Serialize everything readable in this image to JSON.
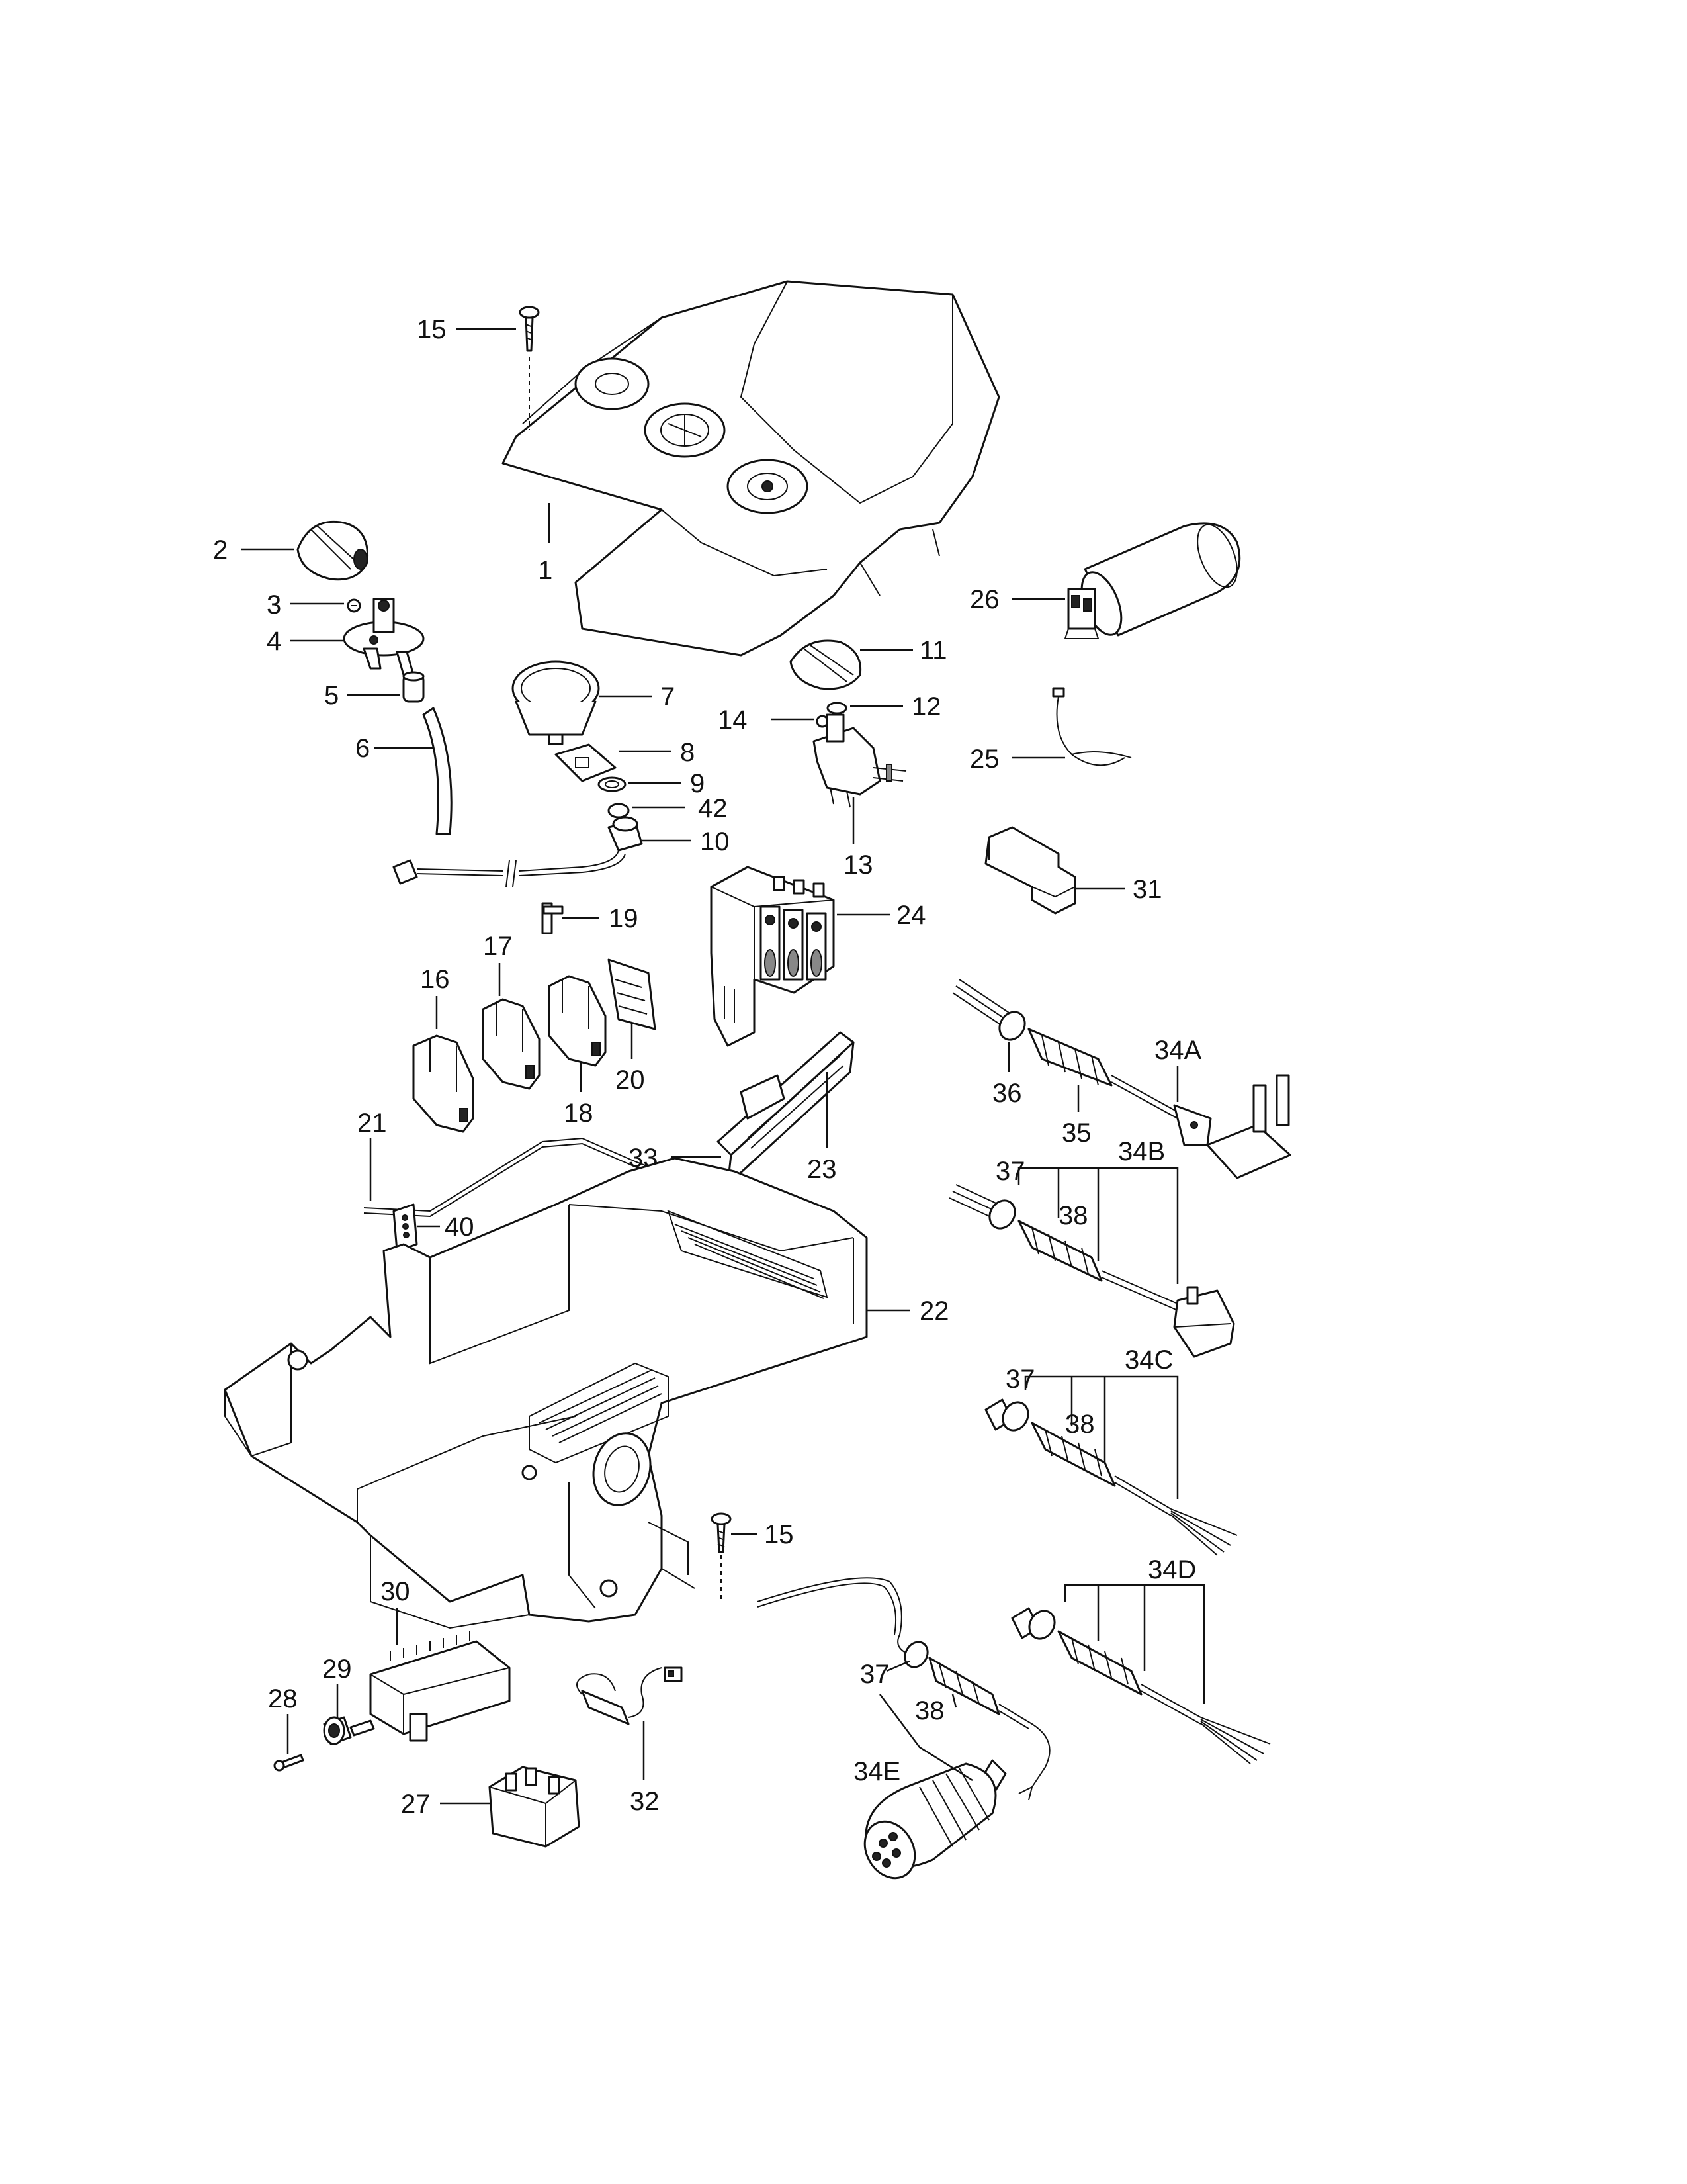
{
  "labels": {
    "p1": "1",
    "p2": "2",
    "p3": "3",
    "p4": "4",
    "p5": "5",
    "p6": "6",
    "p7": "7",
    "p8": "8",
    "p9": "9",
    "p10": "10",
    "p11": "11",
    "p12": "12",
    "p13": "13",
    "p14": "14",
    "p15a": "15",
    "p15b": "15",
    "p16": "16",
    "p17": "17",
    "p18": "18",
    "p19": "19",
    "p20": "20",
    "p21": "21",
    "p22": "22",
    "p23": "23",
    "p24": "24",
    "p25": "25",
    "p26": "26",
    "p27": "27",
    "p28": "28",
    "p29": "29",
    "p30": "30",
    "p31": "31",
    "p32": "32",
    "p33": "33",
    "p34A": "34A",
    "p34B": "34B",
    "p34C": "34C",
    "p34D": "34D",
    "p34E": "34E",
    "p35": "35",
    "p36": "36",
    "p37a": "37",
    "p37b": "37",
    "p37c": "37",
    "p38a": "38",
    "p38b": "38",
    "p38c": "38",
    "p40": "40",
    "p42": "42"
  }
}
